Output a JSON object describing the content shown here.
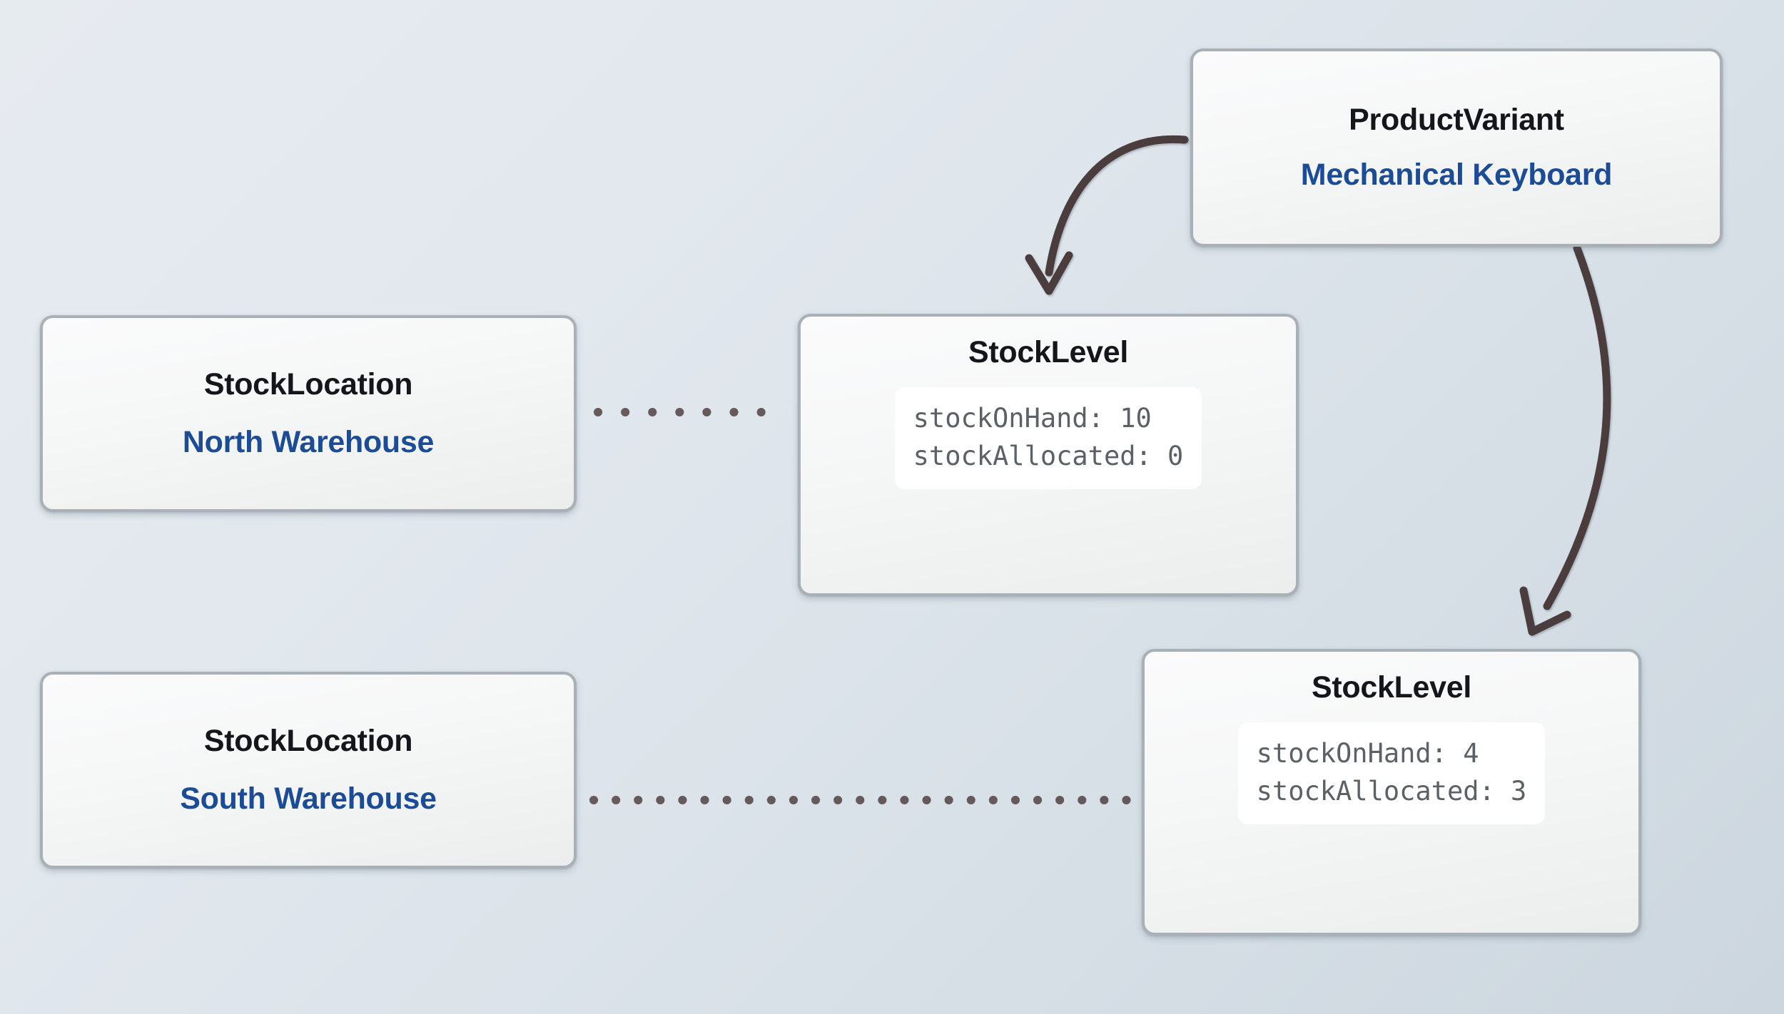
{
  "diagram": {
    "type": "entity-relationship",
    "background_color": "#e2e8ee",
    "accent_blue": "#1c4c95",
    "title_color": "#15161c",
    "edge_color": "#4c3c3c",
    "node_border_color": "#a9b1b6",
    "field_text_color": "#5b6167"
  },
  "nodes": {
    "product_variant": {
      "type": "ProductVariant",
      "name": "Mechanical Keyboard"
    },
    "stock_location_north": {
      "type": "StockLocation",
      "name": "North Warehouse"
    },
    "stock_location_south": {
      "type": "StockLocation",
      "name": "South Warehouse"
    },
    "stock_level_north": {
      "type": "StockLevel",
      "fields": [
        "stockOnHand: 10",
        "stockAllocated: 0"
      ]
    },
    "stock_level_south": {
      "type": "StockLevel",
      "fields": [
        "stockOnHand: 4",
        "stockAllocated: 3"
      ]
    }
  },
  "edges": [
    {
      "id": "variant-to-level-north",
      "from": "product_variant",
      "to": "stock_level_north",
      "style": "curved-arrow",
      "color": "#4c3c3c"
    },
    {
      "id": "variant-to-level-south",
      "from": "product_variant",
      "to": "stock_level_south",
      "style": "curved-arrow",
      "color": "#4c3c3c"
    },
    {
      "id": "location-north-to-level-north",
      "from": "stock_location_north",
      "to": "stock_level_north",
      "style": "dotted",
      "color": "#4c3c3c"
    },
    {
      "id": "location-south-to-level-south",
      "from": "stock_location_south",
      "to": "stock_level_south",
      "style": "dotted",
      "color": "#4c3c3c"
    }
  ]
}
